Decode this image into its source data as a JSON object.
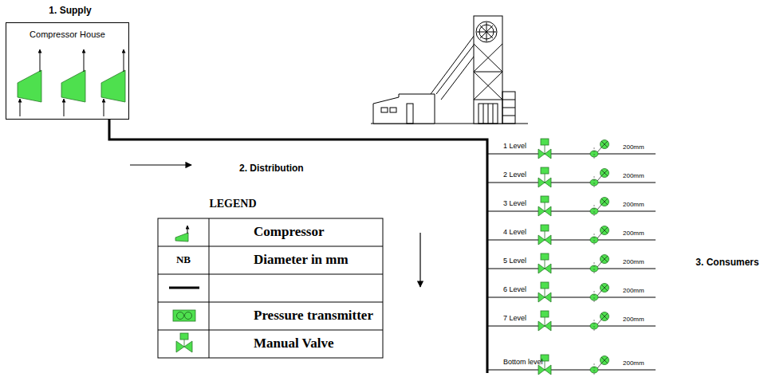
{
  "diagram": {
    "nodes": [
      {
        "text": [
          "Compressor House"
        ]
      }
    ],
    "labels": [
      "1. Supply",
      "2. Distribution",
      "LEGEND",
      "NB",
      "1 Level",
      "200mm",
      "2 Level",
      "200mm",
      "3 Level",
      "200mm",
      "4 Level",
      "200mm",
      "5 Level",
      "200mm",
      "6 Level",
      "200mm",
      "7 Level",
      "200mm",
      "Bottom level",
      "200mm",
      "3. Consumers"
    ],
    "legend": [
      {
        "text": "Compressor"
      },
      {
        "text": "Diameter in mm"
      },
      {
        "text": "Pressure transmitter"
      },
      {
        "text": "Manual Valve"
      }
    ]
  }
}
